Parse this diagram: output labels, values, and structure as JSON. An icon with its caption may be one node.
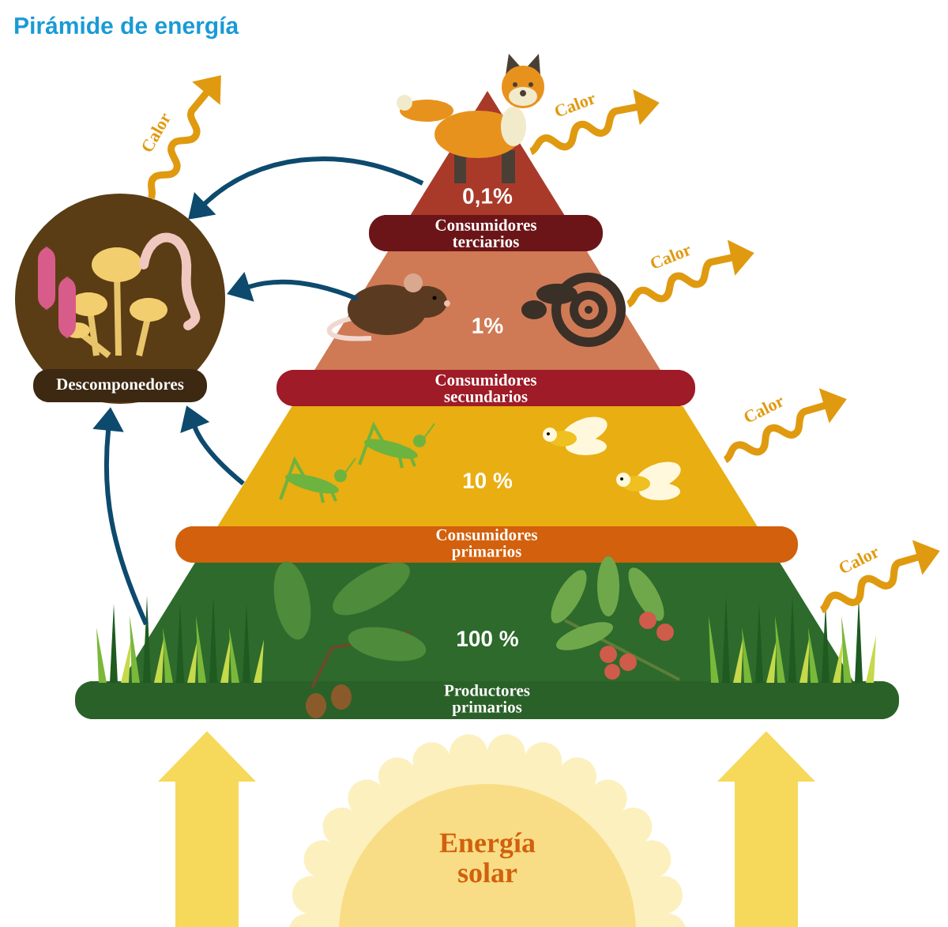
{
  "diagram": {
    "title": "Pirámide de energía",
    "nodes": [
      {
        "text": [
          "Descomponedores"
        ]
      },
      {
        "text": [
          "0,1%",
          "Consumidores terciarios"
        ]
      },
      {
        "text": [
          "1%",
          "Consumidores secundarios"
        ]
      },
      {
        "text": [
          "10 %",
          "Consumidores primarios"
        ]
      },
      {
        "text": [
          "100 %",
          "Productores primarios"
        ]
      },
      {
        "text": [
          "Energía solar"
        ]
      }
    ],
    "edges": [
      {
        "from": 1,
        "to": 0,
        "arrow": "to",
        "color": "#0d4a6e"
      },
      {
        "from": 2,
        "to": 0,
        "arrow": "to",
        "color": "#0d4a6e"
      },
      {
        "from": 3,
        "to": 0,
        "arrow": "to",
        "color": "#0d4a6e"
      },
      {
        "from": 4,
        "to": 0,
        "arrow": "to",
        "color": "#0d4a6e"
      },
      {
        "from": 0,
        "to": null,
        "arrow": "to",
        "label": "Calor"
      },
      {
        "from": 1,
        "to": null,
        "arrow": "to",
        "label": "Calor"
      },
      {
        "from": 2,
        "to": null,
        "arrow": "to",
        "label": "Calor"
      },
      {
        "from": 3,
        "to": null,
        "arrow": "to",
        "label": "Calor"
      },
      {
        "from": 4,
        "to": null,
        "arrow": "to",
        "label": "Calor"
      },
      {
        "from": null,
        "to": 4,
        "arrow": "to",
        "style": "thick",
        "color": "#f6d95a"
      },
      {
        "from": null,
        "to": 4,
        "arrow": "to",
        "style": "thick",
        "color": "#f6d95a"
      }
    ]
  }
}
